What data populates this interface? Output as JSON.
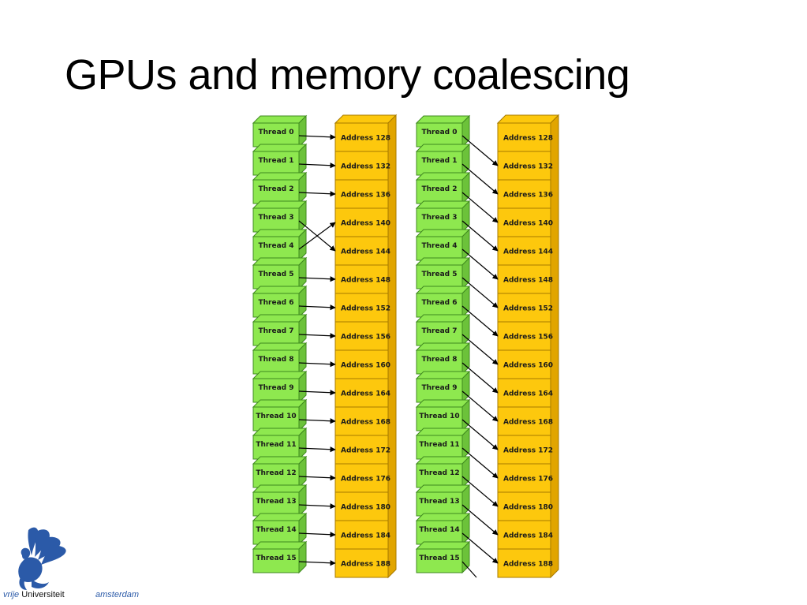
{
  "title": "GPUs and memory coalescing",
  "threads": [
    "Thread 0",
    "Thread 1",
    "Thread 2",
    "Thread 3",
    "Thread 4",
    "Thread 5",
    "Thread 6",
    "Thread 7",
    "Thread 8",
    "Thread 9",
    "Thread 10",
    "Thread 11",
    "Thread 12",
    "Thread 13",
    "Thread 14",
    "Thread 15"
  ],
  "addresses": [
    "Address 128",
    "Address 132",
    "Address 136",
    "Address 140",
    "Address 144",
    "Address 148",
    "Address 152",
    "Address 156",
    "Address 160",
    "Address 164",
    "Address 168",
    "Address 172",
    "Address 176",
    "Address 180",
    "Address 184",
    "Address 188"
  ],
  "panels": [
    {
      "mapping": [
        0,
        1,
        2,
        4,
        3,
        5,
        6,
        7,
        8,
        9,
        10,
        11,
        12,
        13,
        14,
        15
      ]
    },
    {
      "mapping": [
        1,
        2,
        3,
        4,
        5,
        6,
        7,
        8,
        9,
        10,
        11,
        12,
        13,
        14,
        15,
        null
      ]
    }
  ],
  "colors": {
    "thread_fill": "#8ee84f",
    "thread_side": "#6cc23a",
    "thread_stroke": "#3f8a1f",
    "address_fill": "#fdc80d",
    "address_side": "#e1a500",
    "address_stroke": "#a77a00",
    "arrow": "#000000",
    "logo_blue": "#2b5aa8"
  },
  "logo": {
    "brand_italic": "vrije",
    "brand_name": "Universiteit",
    "city": "amsterdam"
  }
}
